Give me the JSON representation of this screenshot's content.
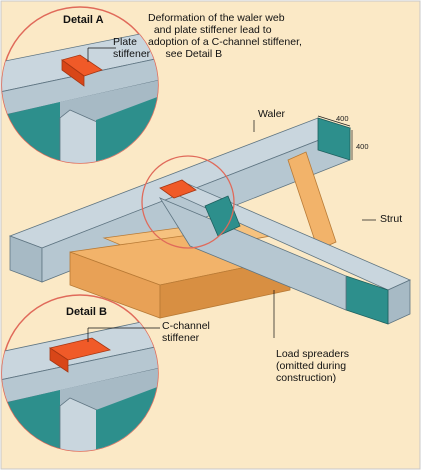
{
  "labels": {
    "detail_a_title": "Detail A",
    "plate_stiffener": "Plate\nstiffener",
    "deformation_note": "Deformation of the waler web\n  and plate stiffener lead to\nadoption of a C-channel stiffener,\n      see Detail B",
    "waler": "Waler",
    "dim_top": "400",
    "dim_side": "400",
    "strut": "Strut",
    "detail_b_title": "Detail B",
    "c_channel_stiffener": "C-channel\nstiffener",
    "load_spreaders": "Load spreaders\n(omitted during\nconstruction)"
  },
  "colors": {
    "background": "#fbe9c6",
    "steel_light": "#c9d6de",
    "steel_mid": "#a7bac5",
    "steel_dark": "#2d8f8c",
    "timber": "#f2b36a",
    "timber_dark": "#d88f42",
    "stiffener": "#f05a28",
    "detail_circle": "#e06a5a",
    "frame": "#c8c8c8"
  }
}
